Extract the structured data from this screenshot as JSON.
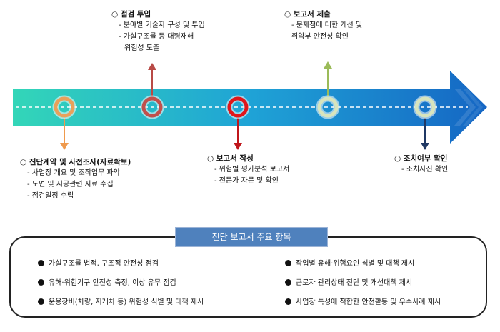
{
  "colors": {
    "arrow_start": "#33d6b8",
    "arrow_mid": "#1fa3d6",
    "arrow_end": "#1566c4",
    "summary_header_bg": "#4f81bd"
  },
  "stages": [
    {
      "id": "contract",
      "ring_color": "#e8a15b",
      "pointer_color": "#ef9a4d",
      "direction": "down",
      "title": "○ 진단계약 및 사전조사(자료확보)",
      "items": [
        "- 사업장 개요 및 조작업무 파악",
        "- 도면 및 시공관련 자료 수집",
        "- 점검일정 수립"
      ]
    },
    {
      "id": "inspection",
      "ring_color": "#c0504d",
      "pointer_color": "#b84a46",
      "direction": "up",
      "title": "○ 점검 투입",
      "items": [
        "- 분야별 기술자 구성 및 투입",
        "- 가설구조물 등 대형재해",
        "위험성 도출"
      ]
    },
    {
      "id": "report-writing",
      "ring_color": "#e0161b",
      "pointer_color": "#c0161b",
      "direction": "down",
      "title": "○ 보고서 작성",
      "items": [
        "- 위험별 평가분석 보고서",
        "- 전문가 자문 및 확인"
      ]
    },
    {
      "id": "report-submit",
      "ring_color": "#d7e4bd",
      "pointer_color": "#9bbb59",
      "direction": "up",
      "title": "○ 보고서 제출",
      "items": [
        "- 문제점에 대한 개선 및",
        "취약부 안전성 확인"
      ]
    },
    {
      "id": "followup",
      "ring_color": "#d7e4bd",
      "pointer_color": "#1f3864",
      "direction": "down",
      "title": "○ 조치여부 확인",
      "items": [
        "- 조치사진 확인"
      ]
    }
  ],
  "summary": {
    "title": "진단 보고서 주요 항목",
    "left": [
      "가설구조물 법적, 구조적 안전성 점검",
      "유해·위험기구 안전성 측정, 이상 유무 점검",
      "운용장비(차량, 지게차 등) 위험성 식별 및 대책 제시"
    ],
    "right": [
      "작업별 유해·위험요인 식별 및 대책 제시",
      "근로자 관리상태 진단 및 개선대책 제시",
      "사업장 특성에 적합한 안전활동 및 우수사례 제시"
    ]
  }
}
